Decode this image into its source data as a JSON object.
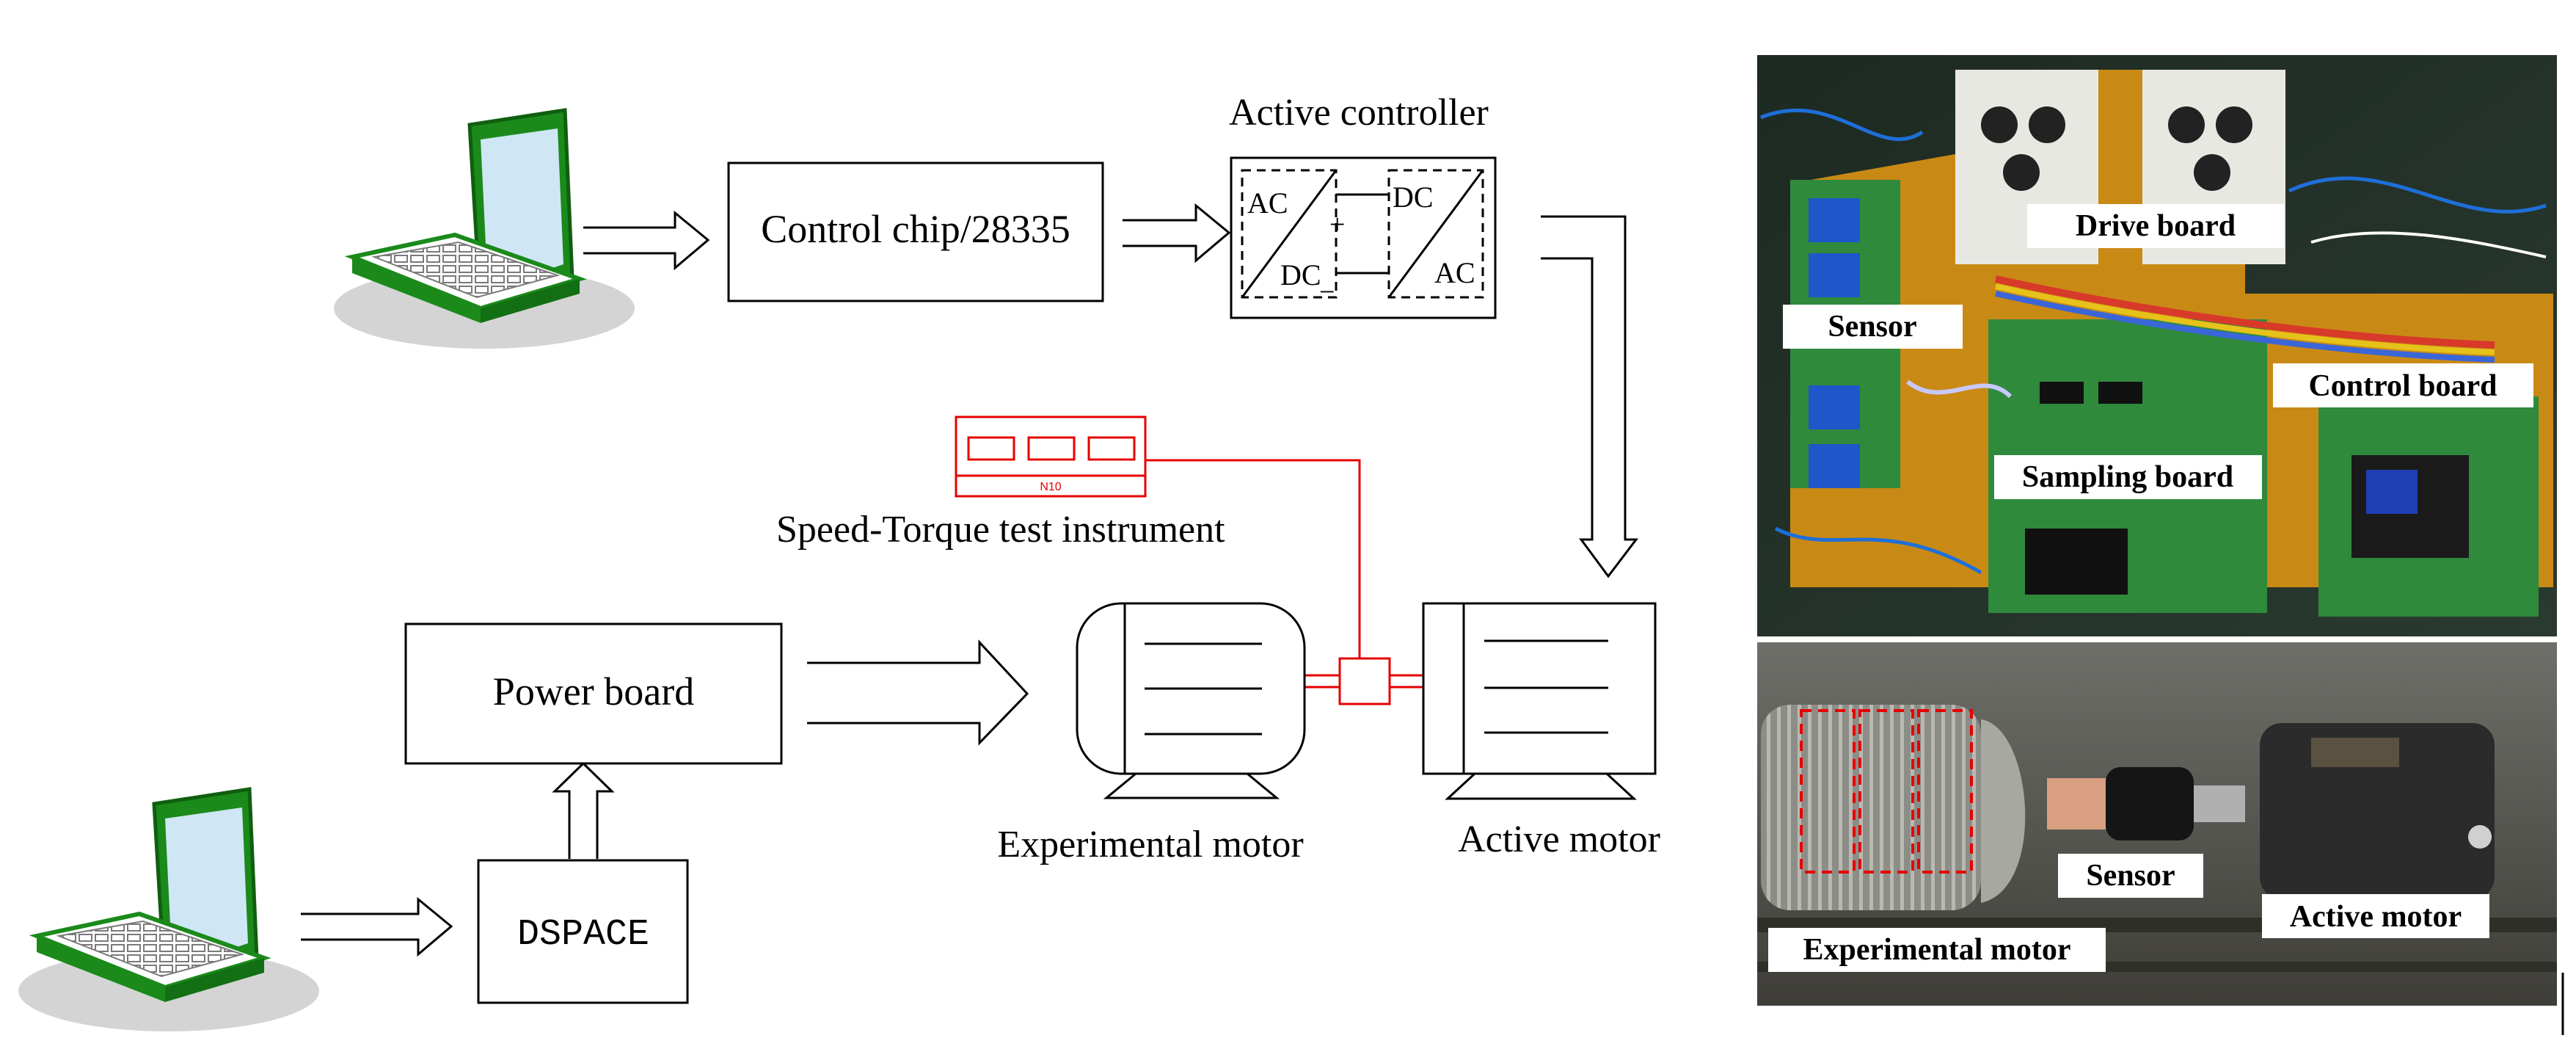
{
  "diagram": {
    "labels": {
      "control_chip": "Control chip/28335",
      "active_controller": "Active controller",
      "ac_top": "AC",
      "dc_top": "DC",
      "dc_bottom": "DC",
      "ac_bottom": "AC",
      "plus": "+",
      "minus": "−",
      "speed_torque": "Speed-Torque test instrument",
      "instrument_tag": "N10",
      "power_board": "Power board",
      "dspace": "DSPACE",
      "experimental_motor": "Experimental motor",
      "active_motor": "Active motor"
    },
    "icons": [
      "laptop-icon",
      "hollow-arrow-icon"
    ],
    "colors": {
      "line": "#000000",
      "instrument": "#e60000",
      "laptop_frame": "#1b8a1b",
      "laptop_screen": "#cfe6f4",
      "label_bg": "#ffffff"
    }
  },
  "photos": {
    "top": {
      "labels": {
        "drive_board": "Drive board",
        "sensor": "Sensor",
        "control_board": "Control board",
        "sampling_board": "Sampling board"
      }
    },
    "bottom": {
      "labels": {
        "sensor": "Sensor",
        "active_motor": "Active motor",
        "experimental_motor": "Experimental motor"
      }
    }
  }
}
